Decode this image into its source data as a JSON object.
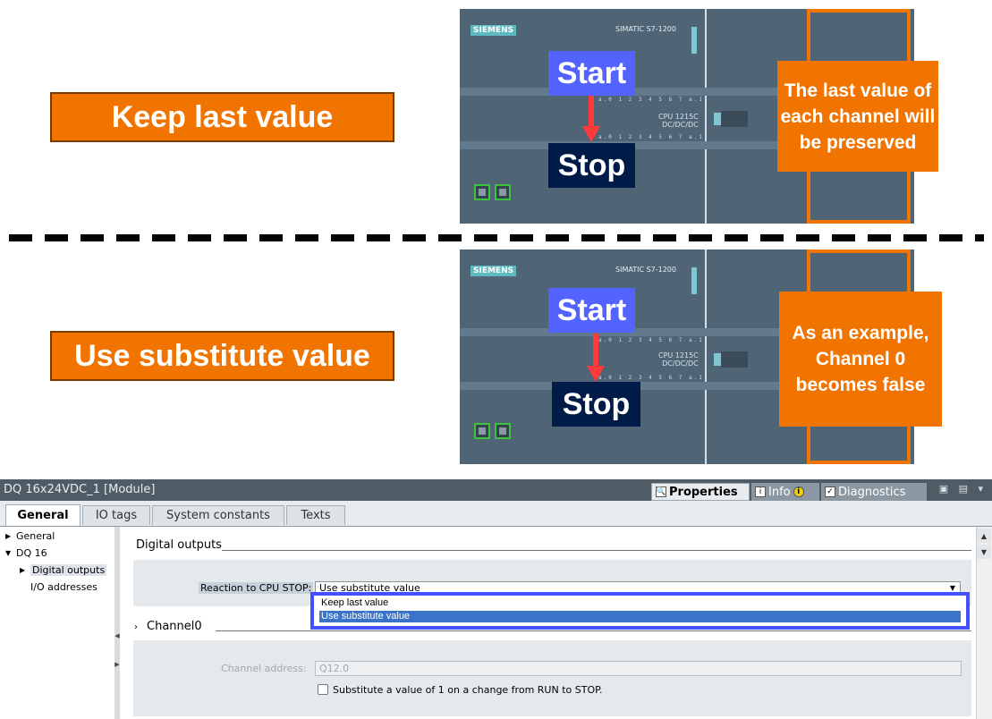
{
  "illustration": {
    "top_label": "Keep  last value",
    "bottom_label": "Use substitute value",
    "plc_logo": "SIEMENS",
    "plc_model": "SIMATIC S7-1200",
    "cpu_text": [
      "CPU 1215C",
      "DC/DC/DC"
    ],
    "start": "Start",
    "stop": "Stop",
    "top_callout": "The last value of each channel will be preserved",
    "bottom_callout": "As an example, Channel 0 becomes false",
    "colors": {
      "orange": "#f27400",
      "start_blue": "#5263ff",
      "stop_navy": "#001b48",
      "arrow_red": "#ff3a3a"
    }
  },
  "panel": {
    "title": "DQ 16x24VDC_1 [Module]",
    "tabs_right": [
      "Properties",
      "Info",
      "Diagnostics"
    ],
    "tabs": [
      "General",
      "IO tags",
      "System constants",
      "Texts"
    ],
    "tree": {
      "items": [
        "General",
        "DQ 16",
        "Digital outputs",
        "I/O addresses"
      ]
    },
    "section_title": "Digital outputs",
    "reaction_label": "Reaction to CPU STOP:",
    "reaction_value": "Use substitute value",
    "options": [
      "Keep last value",
      "Use substitute value"
    ],
    "channel_title": "Channel0",
    "channel_address_label": "Channel address:",
    "channel_address_value": "Q12.0",
    "checkbox_label": "Substitute a value of 1 on a change from RUN to STOP."
  }
}
